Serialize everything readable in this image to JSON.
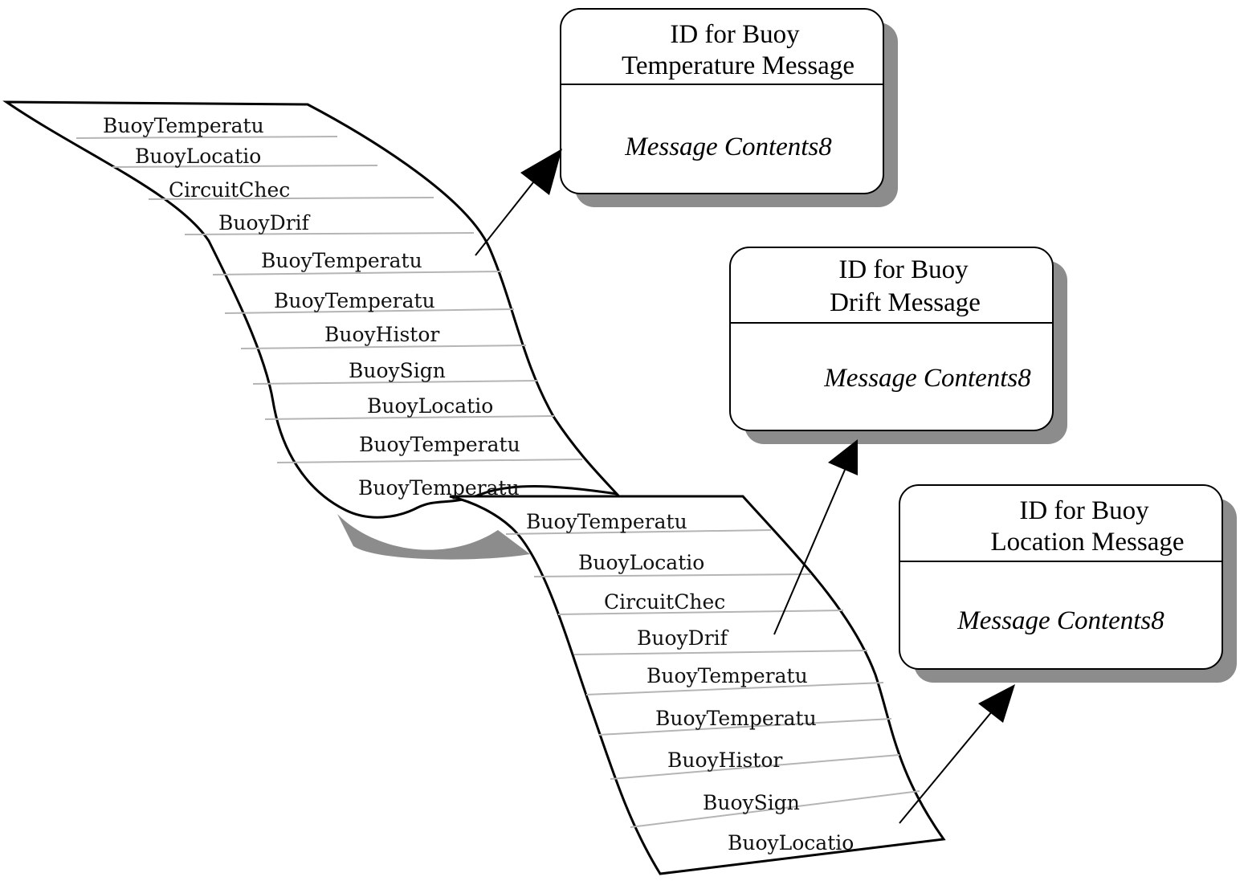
{
  "tape_upper": {
    "entries": [
      "BuoyTemperatu",
      "BuoyLocatio",
      "CircuitChec",
      "BuoyDrif",
      "BuoyTemperatu",
      "BuoyTemperatu",
      "BuoyHistor",
      "BuoySign",
      "BuoyLocatio",
      "BuoyTemperatu",
      "BuoyTemperatu"
    ]
  },
  "tape_lower": {
    "entries": [
      "BuoyTemperatu",
      "BuoyLocatio",
      "CircuitChec",
      "BuoyDrif",
      "BuoyTemperatu",
      "BuoyTemperatu",
      "BuoyHistor",
      "BuoySign",
      "BuoyLocatio"
    ]
  },
  "boxes": [
    {
      "title_line1": "ID for Buoy",
      "title_line2": "Temperature Message",
      "contents": "Message Contents8"
    },
    {
      "title_line1": "ID for Buoy",
      "title_line2": "Drift Message",
      "contents": "Message Contents8"
    },
    {
      "title_line1": "ID for Buoy",
      "title_line2": "Location Message",
      "contents": "Message Contents8"
    }
  ]
}
